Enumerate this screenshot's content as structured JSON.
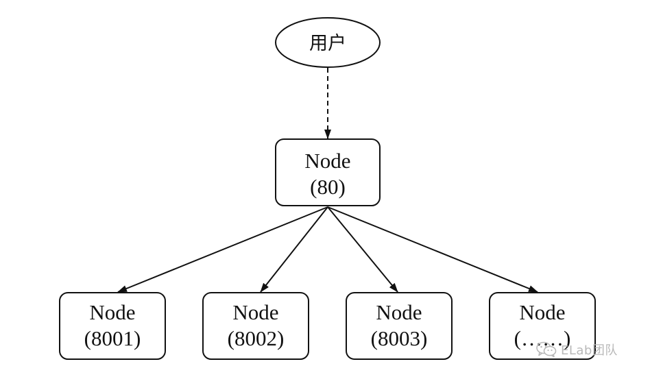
{
  "diagram": {
    "user": {
      "label": "用户"
    },
    "root": {
      "line1": "Node",
      "line2": "(80)"
    },
    "children": [
      {
        "line1": "Node",
        "line2": "(8001)"
      },
      {
        "line1": "Node",
        "line2": "(8002)"
      },
      {
        "line1": "Node",
        "line2": "(8003)"
      },
      {
        "line1": "Node",
        "line2": "(……)"
      }
    ],
    "edges": [
      {
        "from": "用户",
        "to": "Node (80)",
        "style": "dashed"
      },
      {
        "from": "Node (80)",
        "to": "Node (8001)",
        "style": "solid"
      },
      {
        "from": "Node (80)",
        "to": "Node (8002)",
        "style": "solid"
      },
      {
        "from": "Node (80)",
        "to": "Node (8003)",
        "style": "solid"
      },
      {
        "from": "Node (80)",
        "to": "Node (……)",
        "style": "solid"
      }
    ]
  },
  "watermark": {
    "text": "ELab团队",
    "icon": "wechat-icon"
  },
  "colors": {
    "stroke": "#111111",
    "background": "#ffffff",
    "watermark": "#b9b9b9"
  }
}
